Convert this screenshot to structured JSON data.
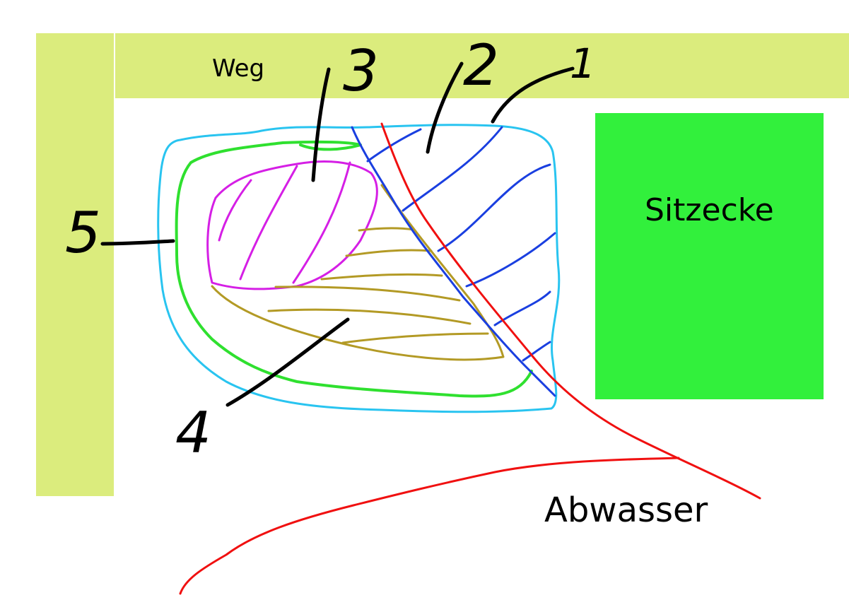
{
  "labels": {
    "path": "Weg",
    "seating": "Sitzecke",
    "wastewater": "Abwasser"
  },
  "zones": [
    {
      "number": "1",
      "color": "#29c4f0"
    },
    {
      "number": "2",
      "color": "#1a3fe0"
    },
    {
      "number": "3",
      "color": "#d51fe5"
    },
    {
      "number": "4",
      "color": "#b39a25"
    },
    {
      "number": "5",
      "color": "#2fe02f"
    }
  ],
  "colors": {
    "path_fill": "#dbec7d",
    "seating_fill": "#32f03c",
    "wastewater_line": "#f01010",
    "pointer_lines": "#000000"
  }
}
